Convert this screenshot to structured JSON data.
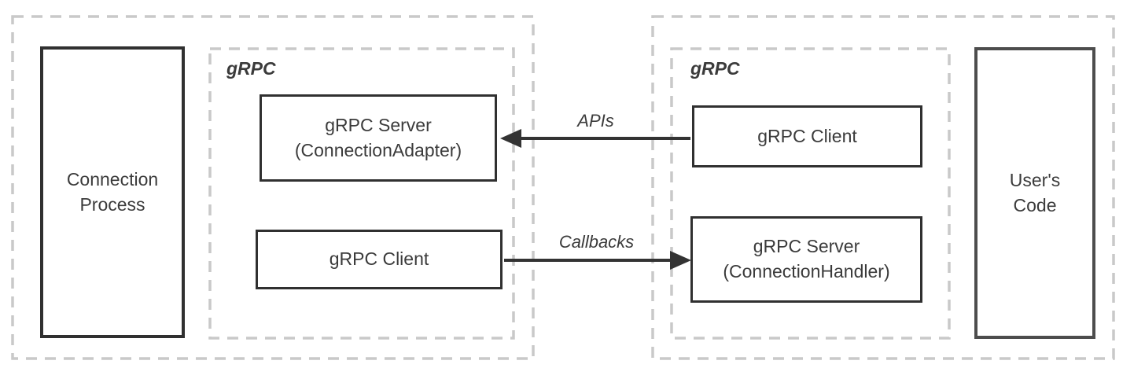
{
  "colors": {
    "box_border": "#303030",
    "users_code_border": "#4d4d4d",
    "dashed_border": "#c9c9c9",
    "text": "#3b3b3b",
    "arrow": "#333333",
    "background": "#ffffff"
  },
  "diagram": {
    "connection_process": {
      "label": "Connection\nProcess"
    },
    "left_grpc_container": {
      "label": "gRPC",
      "server_box": {
        "label": "gRPC Server\n(ConnectionAdapter)"
      },
      "client_box": {
        "label": "gRPC Client"
      }
    },
    "right_grpc_container": {
      "label": "gRPC",
      "client_box": {
        "label": "gRPC Client"
      },
      "server_box": {
        "label": "gRPC Server\n(ConnectionHandler)"
      }
    },
    "users_code": {
      "label": "User's\nCode"
    },
    "arrows": {
      "apis": {
        "label": "APIs",
        "direction": "right-to-left"
      },
      "callbacks": {
        "label": "Callbacks",
        "direction": "left-to-right"
      }
    }
  }
}
